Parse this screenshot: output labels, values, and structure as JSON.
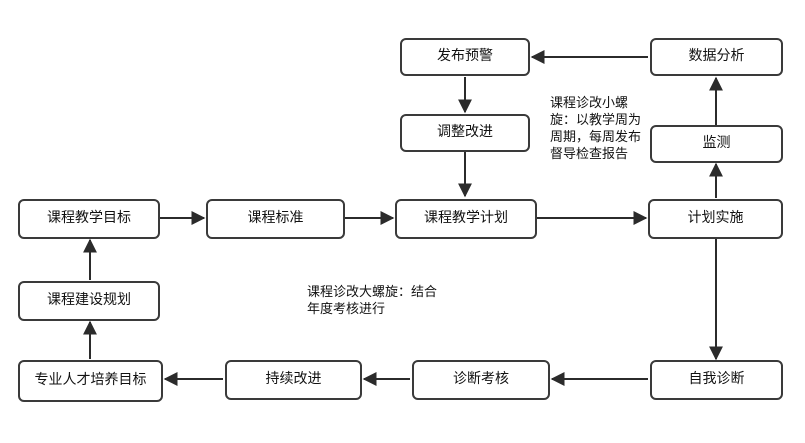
{
  "nodes": {
    "fabu_yujing": "发布预警",
    "shuju_fenxi": "数据分析",
    "tiaozheng_gaijin": "调整改进",
    "jiance": "监测",
    "kecheng_jiaoxue_mubiao": "课程教学目标",
    "kecheng_biaozhun": "课程标准",
    "kecheng_jiaoxue_jihua": "课程教学计划",
    "jihua_shishi": "计划实施",
    "kecheng_jianshe_guihua": "课程建设规划",
    "zhuanye_rencai_peiyang_mubiao": "专业人才培养目标",
    "chixu_gaijin": "持续改进",
    "zhenduan_kaohe": "诊断考核",
    "ziwo_zhenduan": "自我诊断"
  },
  "notes": {
    "small_spiral": "课程诊改小螺旋：以教学周为周期，每周发布督导检查报告",
    "large_spiral": "课程诊改大螺旋：结合年度考核进行"
  }
}
